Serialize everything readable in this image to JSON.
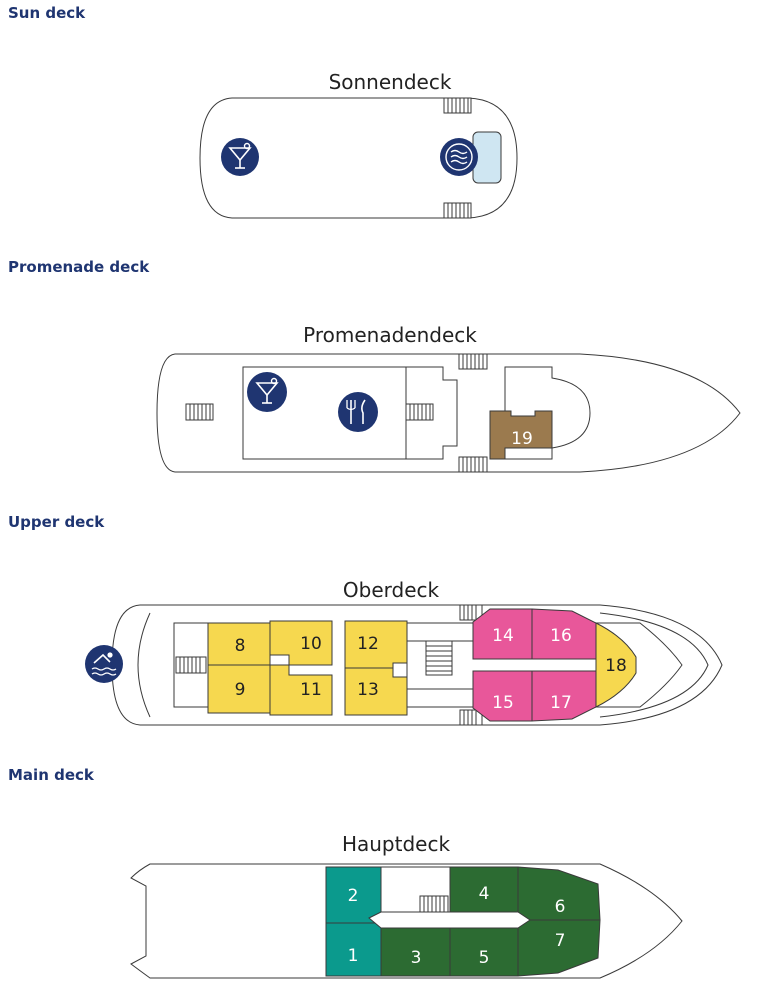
{
  "decks": [
    {
      "heading": "Sun deck",
      "title": "Sonnendeck",
      "icons": [
        "cocktail-bar-icon",
        "whirlpool-icon"
      ],
      "cabins": []
    },
    {
      "heading": "Promenade deck",
      "title": "Promenadendeck",
      "icons": [
        "cocktail-bar-icon",
        "restaurant-icon"
      ],
      "cabins": [
        {
          "number": "19",
          "color": "#9b7a4e"
        }
      ]
    },
    {
      "heading": "Upper deck",
      "title": "Oberdeck",
      "icons": [
        "swimming-icon"
      ],
      "cabins": [
        {
          "number": "8",
          "color": "#f6d84f"
        },
        {
          "number": "9",
          "color": "#f6d84f"
        },
        {
          "number": "10",
          "color": "#f6d84f"
        },
        {
          "number": "11",
          "color": "#f6d84f"
        },
        {
          "number": "12",
          "color": "#f6d84f"
        },
        {
          "number": "13",
          "color": "#f6d84f"
        },
        {
          "number": "14",
          "color": "#e8579a"
        },
        {
          "number": "15",
          "color": "#e8579a"
        },
        {
          "number": "16",
          "color": "#e8579a"
        },
        {
          "number": "17",
          "color": "#e8579a"
        },
        {
          "number": "18",
          "color": "#f6d84f"
        }
      ]
    },
    {
      "heading": "Main deck",
      "title": "Hauptdeck",
      "icons": [],
      "cabins": [
        {
          "number": "1",
          "color": "#0b9a8d"
        },
        {
          "number": "2",
          "color": "#0b9a8d"
        },
        {
          "number": "3",
          "color": "#2c6b32"
        },
        {
          "number": "4",
          "color": "#2c6b32"
        },
        {
          "number": "5",
          "color": "#2c6b32"
        },
        {
          "number": "6",
          "color": "#2c6b32"
        },
        {
          "number": "7",
          "color": "#2c6b32"
        }
      ]
    }
  ],
  "colors": {
    "navy": "#1f3571",
    "pool": "#cfe6f2",
    "hull_stroke": "#3a3a3a"
  }
}
